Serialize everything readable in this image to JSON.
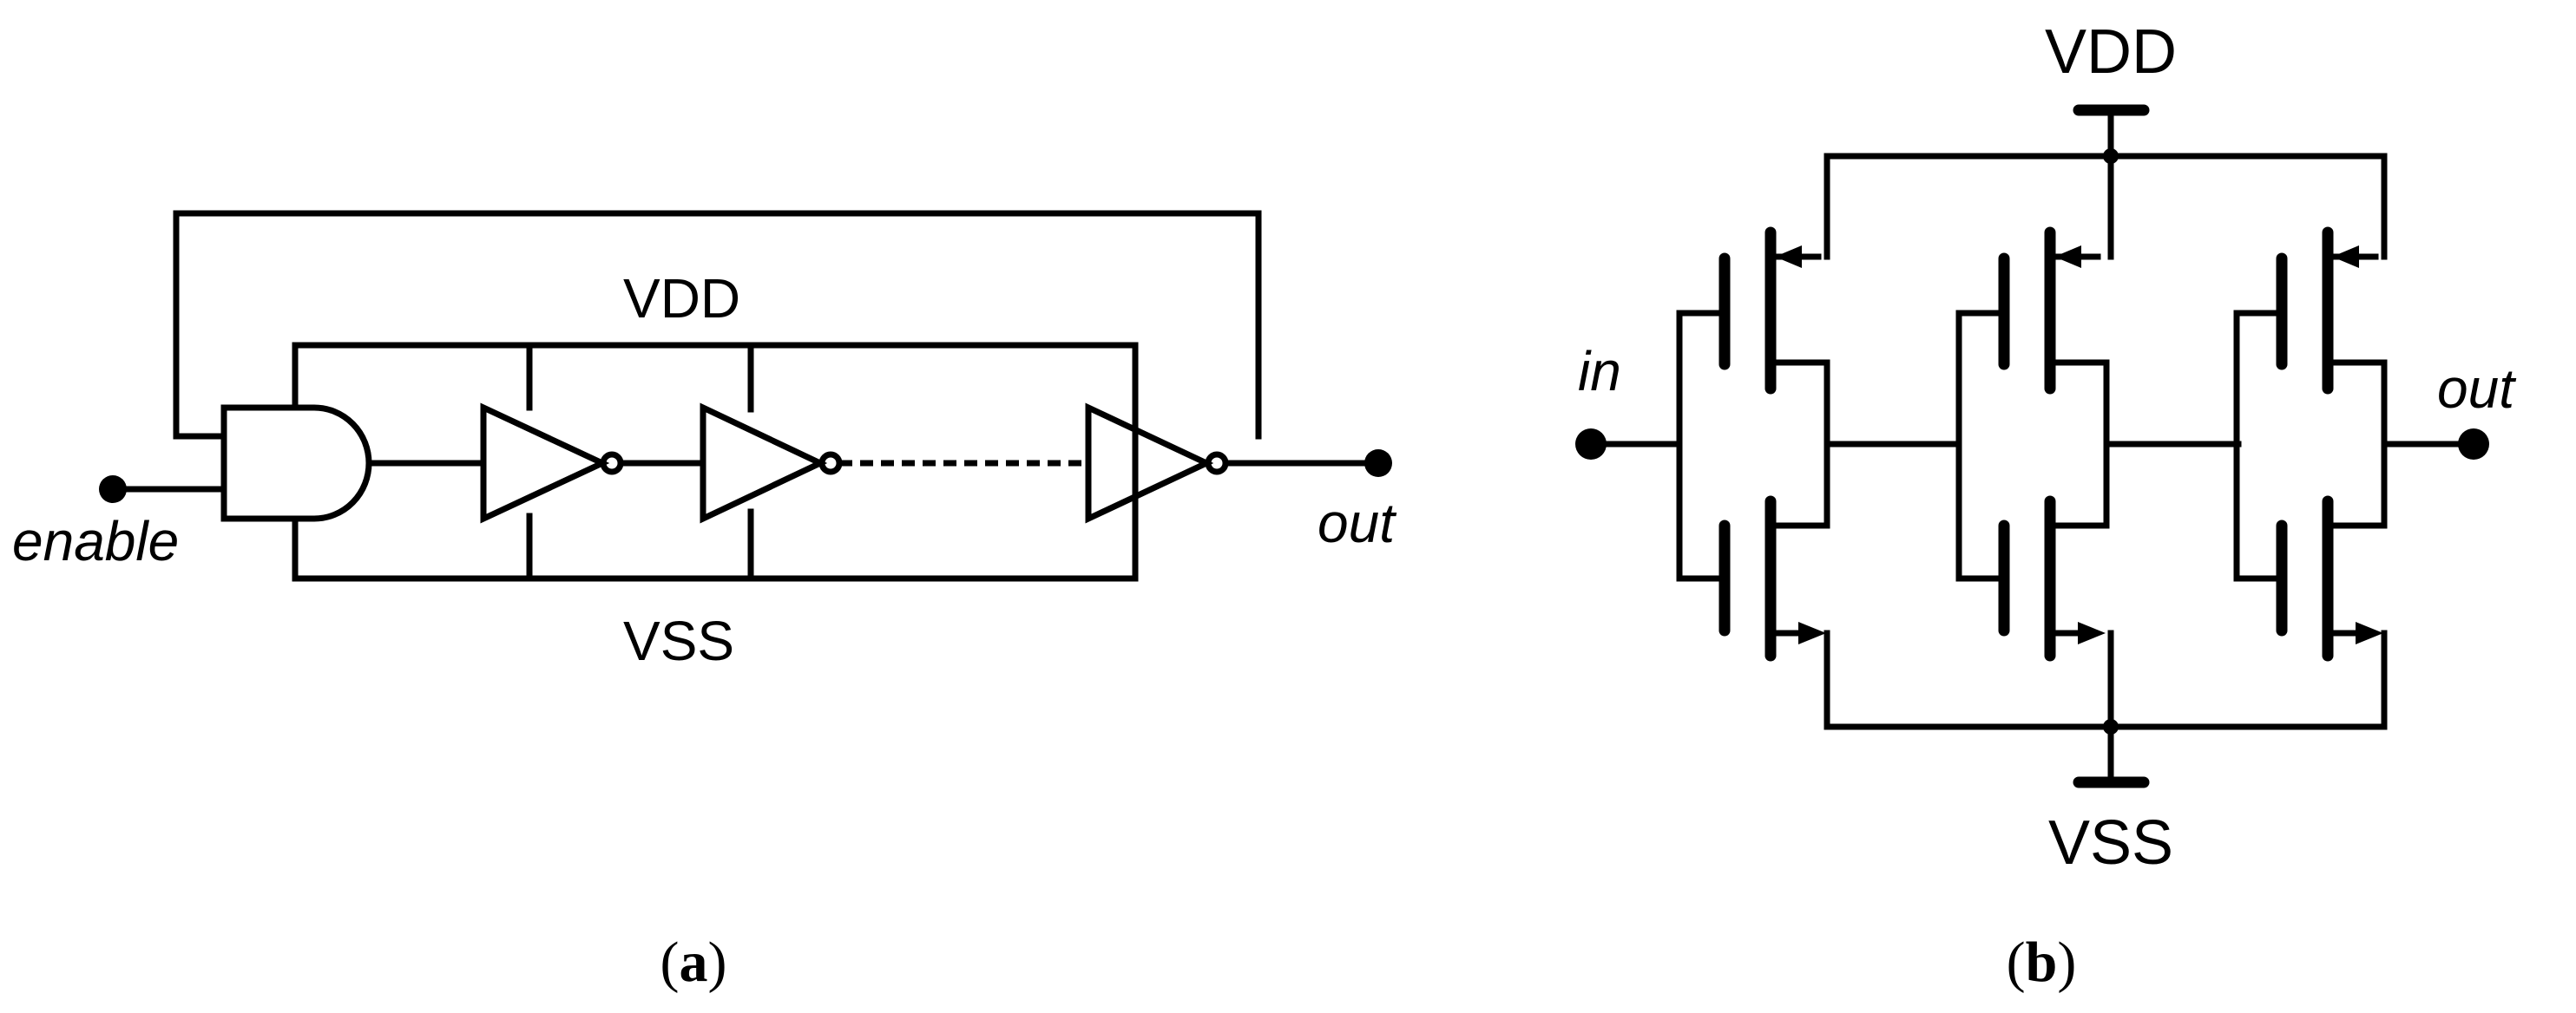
{
  "panel_a": {
    "vdd_label": "VDD",
    "vss_label": "VSS",
    "enable_label": "enable",
    "out_label": "out",
    "caption_open": "(",
    "caption_letter": "a",
    "caption_close": ")"
  },
  "panel_b": {
    "vdd_label": "VDD",
    "vss_label": "VSS",
    "in_label": "in",
    "out_label": "out",
    "caption_open": "(",
    "caption_letter": "b",
    "caption_close": ")"
  },
  "colors": {
    "ink": "#000000",
    "background": "#ffffff"
  }
}
